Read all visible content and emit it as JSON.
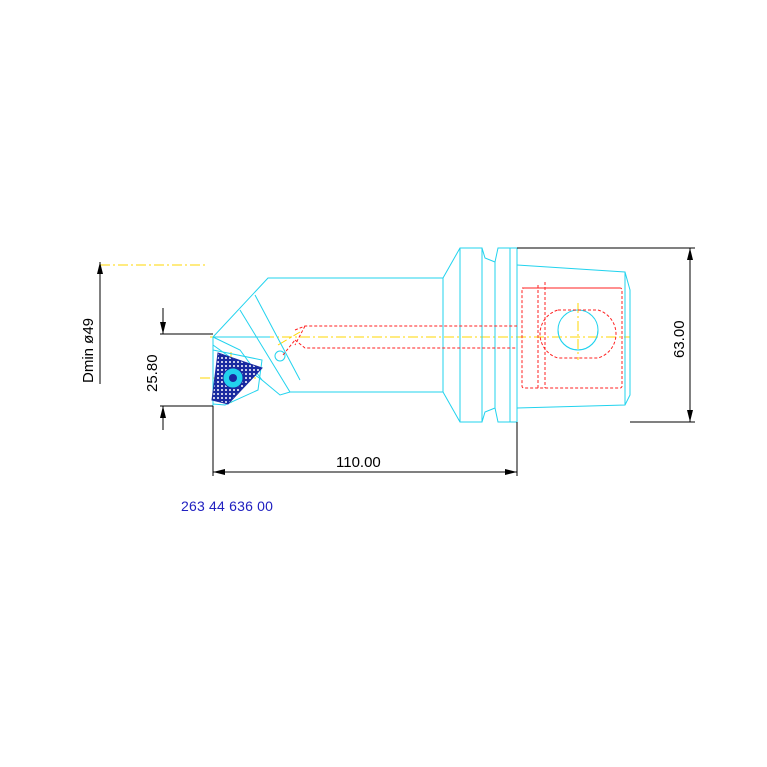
{
  "drawing": {
    "dimensions": {
      "length": "110.00",
      "flange_diameter": "63.00",
      "offset": "25.80",
      "min_bore": "Dmin ø49"
    },
    "part_number": "263 44 636 00",
    "colors": {
      "outline": "#22d3ee",
      "hidden_lines": "#ff2020",
      "center_lines": "#ffd700",
      "dimensions": "#000000",
      "insert": "#1a2aa0",
      "part_number_text": "#2020c0"
    },
    "icons": {
      "insert": "triangular-insert-icon",
      "screw": "clamp-screw-icon"
    }
  }
}
